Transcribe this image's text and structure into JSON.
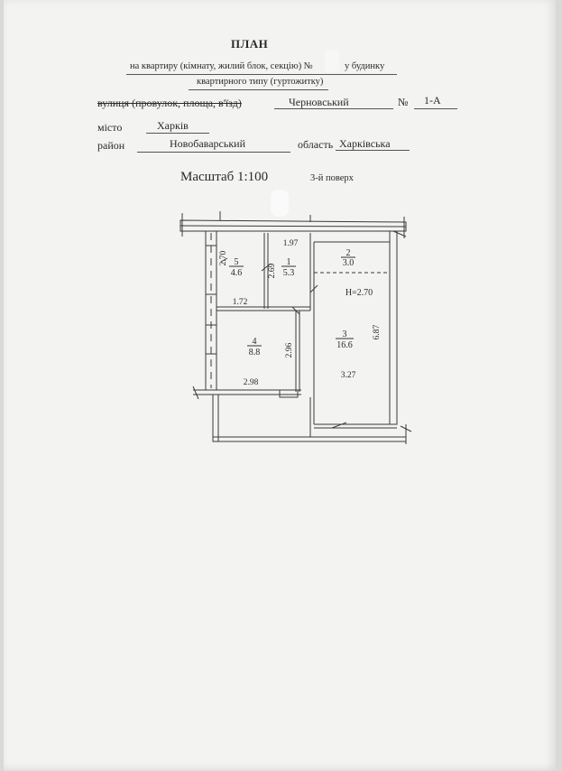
{
  "header": {
    "title": "ПЛАН",
    "line1": "на квартиру (кімнату, жилий блок, секцію) №",
    "line1_suffix": "у будинку",
    "line2": "квартирного типу (гуртожитку)",
    "street_label": "вулиця (провулок, площа, в'їзд)",
    "street_value": "Черновський",
    "number_label": "№",
    "number_value": "1-А",
    "city_label": "місто",
    "city_value": "Харків",
    "district_label": "район",
    "district_value": "Новобаварський",
    "region_label": "область",
    "region_value": "Харківська",
    "scale": "Масштаб 1:100",
    "floor": "3-й поверх"
  },
  "plan": {
    "rooms": [
      {
        "number": "1",
        "area": "5.3"
      },
      {
        "number": "2",
        "area": "3.0"
      },
      {
        "number": "3",
        "area": "16.6"
      },
      {
        "number": "4",
        "area": "8.8"
      },
      {
        "number": "5",
        "area": "4.6"
      }
    ],
    "dimensions": {
      "d197": "1.97",
      "d270": "2.70",
      "d269": "2.69",
      "d172": "1.72",
      "d296": "2.96",
      "d298": "2.98",
      "d687": "6.87",
      "d327": "3.27",
      "height": "H=2.70"
    }
  }
}
